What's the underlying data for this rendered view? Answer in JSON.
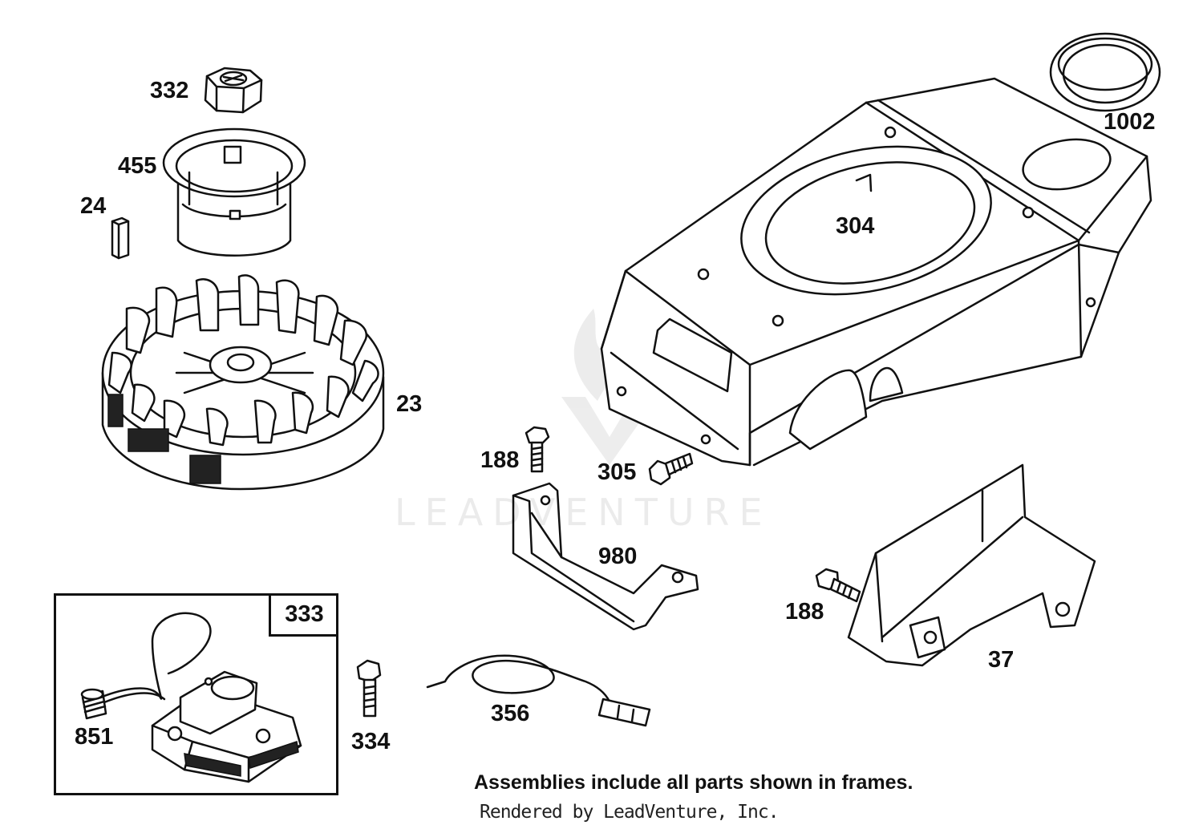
{
  "parts": {
    "nut": "332",
    "cup": "455",
    "key": "24",
    "flywheel": "23",
    "blower_housing": "304",
    "grommet": "1002",
    "screw_upper": "188",
    "screw_305": "305",
    "bracket": "980",
    "screw_lower": "188",
    "shield": "37",
    "armature_assembly": "333",
    "spring": "851",
    "screw_334": "334",
    "wire": "356"
  },
  "note": "Assemblies include all parts shown in frames.",
  "credit": "Rendered by LeadVenture, Inc.",
  "watermark": "LEADVENTURE"
}
